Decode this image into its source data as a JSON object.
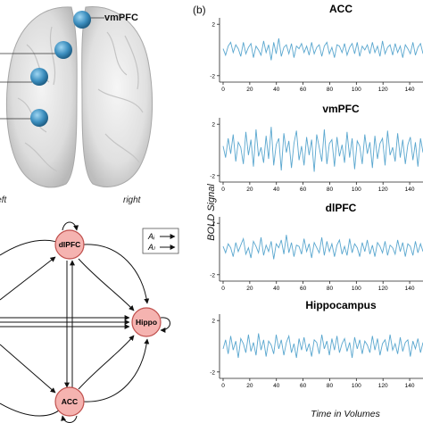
{
  "panel_b_label": "(b)",
  "brain": {
    "left_label": "left",
    "right_label": "right",
    "region_label": "vmPFC",
    "node_color": "#3d8fbf"
  },
  "network": {
    "legend": [
      "Aᵢ",
      "Aₗ"
    ],
    "nodes": [
      "dlPFC",
      "Hippo",
      "ACC"
    ],
    "node_fill": "#f5b3b0",
    "node_stroke": "#c0504d"
  },
  "chart_data": {
    "type": "line",
    "ylabel": "BOLD Signal",
    "xlabel": "Time in Volumes",
    "line_color": "#5aa7cf",
    "x_ticks": [
      0,
      20,
      40,
      60,
      80,
      100,
      120,
      140
    ],
    "y_ticks": [
      -2,
      2
    ],
    "xlim": [
      0,
      150
    ],
    "ylim": [
      -2.5,
      2.5
    ],
    "panels": [
      {
        "title": "ACC",
        "values": [
          0.1,
          -0.4,
          0.3,
          0.6,
          -0.2,
          0.4,
          0.1,
          -0.5,
          0.6,
          -0.3,
          0.2,
          0.5,
          -0.6,
          0.3,
          0.0,
          -0.4,
          0.7,
          -0.2,
          0.4,
          -0.8,
          0.6,
          -0.3,
          0.9,
          -0.5,
          0.2,
          0.4,
          -0.3,
          0.5,
          -0.6,
          0.3,
          0.1,
          0.5,
          -0.2,
          0.3,
          -0.4,
          0.6,
          -0.3,
          0.2,
          0.4,
          -0.5,
          0.3,
          0.6,
          -0.3,
          0.2,
          -0.6,
          0.4,
          0.3,
          -0.2,
          0.5,
          -0.4,
          0.2,
          0.5,
          -0.3,
          0.6,
          -0.5,
          0.3,
          0.0,
          0.4,
          -0.3,
          0.6,
          -0.2,
          0.3,
          -0.5,
          0.7,
          -0.3,
          0.2,
          0.4,
          -0.4,
          0.5,
          -0.2,
          0.3,
          -0.6,
          0.4,
          0.1,
          -0.3,
          0.6,
          -0.4,
          0.2,
          0.5,
          -0.3
        ]
      },
      {
        "title": "vmPFC",
        "values": [
          0.3,
          -0.6,
          0.9,
          -0.3,
          1.2,
          -0.9,
          0.6,
          0.2,
          -1.1,
          1.4,
          -0.4,
          0.8,
          -1.3,
          1.6,
          -0.5,
          0.2,
          -1.0,
          1.1,
          -0.7,
          1.8,
          -1.2,
          0.4,
          0.9,
          -1.6,
          1.3,
          -0.2,
          0.7,
          -1.4,
          0.5,
          1.5,
          -0.8,
          0.3,
          -1.2,
          1.0,
          -0.4,
          0.8,
          -1.7,
          1.2,
          0.2,
          -0.9,
          1.6,
          -1.1,
          0.5,
          0.8,
          -1.3,
          1.0,
          -0.5,
          0.4,
          -1.0,
          1.4,
          -0.6,
          0.9,
          -1.5,
          0.7,
          0.3,
          -1.1,
          1.2,
          -0.3,
          0.6,
          -1.4,
          1.1,
          -0.7,
          0.5,
          0.9,
          -1.2,
          1.5,
          -0.4,
          0.2,
          -0.9,
          1.3,
          -0.6,
          0.8,
          -1.1,
          0.4,
          1.0,
          -0.8,
          0.6,
          -1.3,
          0.9,
          -0.2
        ]
      },
      {
        "title": "dlPFC",
        "values": [
          0.2,
          -0.3,
          0.4,
          0.1,
          -0.6,
          0.5,
          -0.2,
          0.3,
          0.8,
          -0.4,
          0.1,
          -0.7,
          0.6,
          0.2,
          -0.3,
          0.9,
          -0.5,
          0.3,
          -0.2,
          0.6,
          -0.8,
          0.4,
          0.1,
          0.7,
          -0.4,
          1.1,
          -0.3,
          0.5,
          -0.6,
          0.3,
          0.2,
          -0.4,
          0.8,
          -0.2,
          0.4,
          -0.7,
          0.5,
          0.1,
          -0.3,
          0.9,
          -0.5,
          0.6,
          -0.2,
          0.4,
          -0.6,
          0.3,
          0.7,
          -0.4,
          0.2,
          -0.5,
          0.8,
          -0.3,
          0.4,
          0.1,
          -0.6,
          0.5,
          -0.2,
          0.7,
          -0.4,
          0.3,
          -0.6,
          0.5,
          0.2,
          -0.3,
          0.6,
          -0.5,
          0.3,
          0.1,
          -0.4,
          0.7,
          -0.2,
          0.5,
          -0.6,
          0.4,
          0.2,
          -0.5,
          0.6,
          -0.3,
          0.4,
          -0.2
        ]
      },
      {
        "title": "Hippocampus",
        "values": [
          -0.2,
          0.5,
          -0.6,
          0.8,
          -0.3,
          0.4,
          -0.9,
          0.6,
          0.2,
          -0.5,
          0.9,
          -0.4,
          0.3,
          -0.7,
          1.0,
          -0.3,
          0.5,
          -0.8,
          0.4,
          0.1,
          -0.6,
          0.9,
          -0.2,
          0.5,
          -0.7,
          0.3,
          0.8,
          -0.5,
          0.2,
          -0.9,
          0.6,
          -0.3,
          0.7,
          -0.4,
          0.2,
          -0.8,
          0.5,
          0.3,
          -0.6,
          0.9,
          -0.2,
          0.4,
          -0.7,
          0.6,
          -0.3,
          0.8,
          -0.5,
          0.2,
          0.6,
          -0.4,
          0.3,
          -0.9,
          0.7,
          -0.2,
          0.5,
          -0.6,
          0.4,
          0.1,
          -0.5,
          0.8,
          -0.3,
          0.6,
          -0.7,
          0.2,
          0.5,
          -0.4,
          0.9,
          -0.3,
          0.2,
          -0.6,
          0.7,
          -0.4,
          0.3,
          0.5,
          -0.8,
          0.4,
          -0.2,
          0.6,
          -0.5,
          0.3
        ]
      }
    ]
  }
}
